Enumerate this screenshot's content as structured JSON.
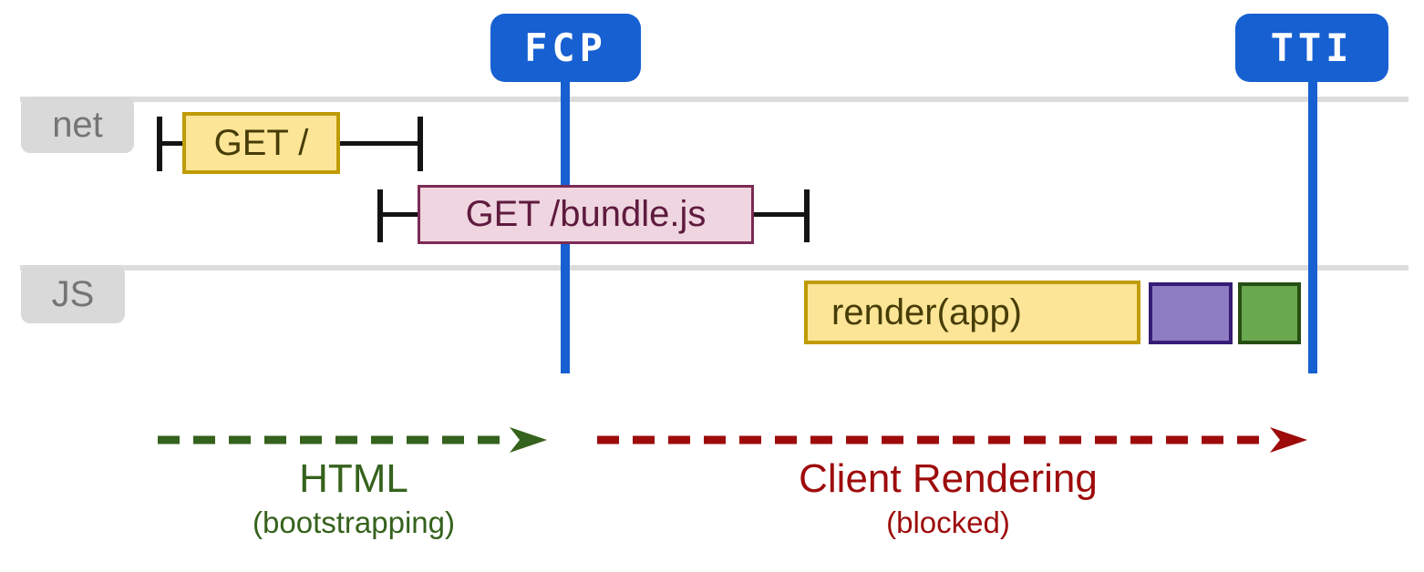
{
  "colors": {
    "blue": "#1760d2",
    "badge_text": "#ffffff",
    "track_line": "#dcdcdc",
    "label_bg": "#d9d9d9",
    "label_text": "#757575",
    "tick_black": "#141414",
    "yellow_bg": "#fce596",
    "yellow_border": "#c09b06",
    "yellow_text": "#473d08",
    "pink_bg": "#efd5df",
    "pink_border": "#7b2b55",
    "pink_text": "#5e1a3e",
    "purple_bg": "#8e7cc3",
    "purple_border": "#351c75",
    "green_bg": "#6aa84f",
    "green_border": "#274e13",
    "green_arrow": "#35621c",
    "red_arrow": "#9e0b0b"
  },
  "markers": {
    "fcp": "FCP",
    "tti": "TTI"
  },
  "lanes": {
    "net": "net",
    "js": "JS"
  },
  "bars": {
    "get_root": "GET /",
    "get_bundle": "GET /bundle.js",
    "render_app": "render(app)"
  },
  "phases": {
    "html": {
      "title": "HTML",
      "subtitle": "(bootstrapping)"
    },
    "client": {
      "title": "Client Rendering",
      "subtitle": "(blocked)"
    }
  }
}
